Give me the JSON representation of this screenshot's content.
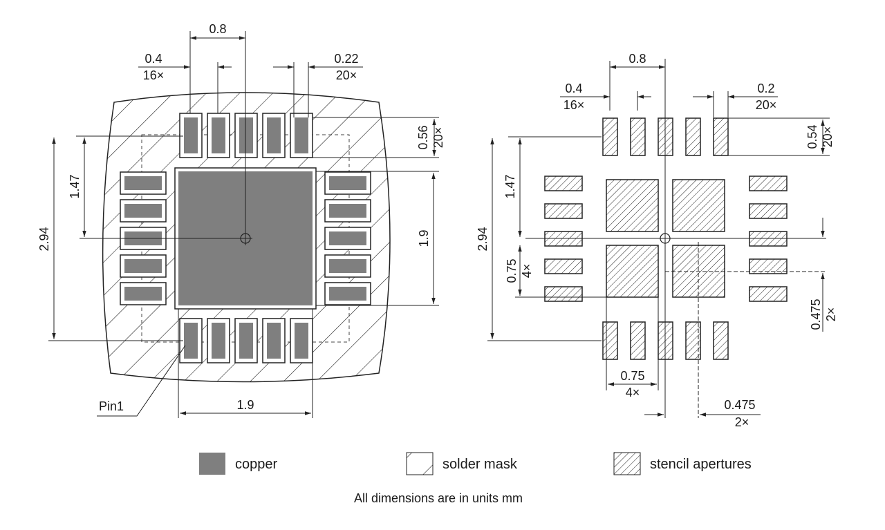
{
  "colors": {
    "copper": "#7f7f7f",
    "line": "#222222",
    "background": "#ffffff"
  },
  "left_view": {
    "pad_pitch": "0.8",
    "pad_width": "0.4",
    "pad_width_count": "16×",
    "pad_width_alt": "0.22",
    "pad_width_alt_count": "20×",
    "pad_length": "0.56",
    "pad_length_count": "20×",
    "half_span": "1.47",
    "full_span": "2.94",
    "exposed_pad_height": "1.9",
    "exposed_pad_width": "1.9",
    "pin1_label": "Pin1"
  },
  "right_view": {
    "pad_pitch": "0.8",
    "aperture_width": "0.4",
    "aperture_width_count": "16×",
    "aperture_width_alt": "0.2",
    "aperture_width_alt_count": "20×",
    "aperture_length": "0.54",
    "aperture_length_count": "20×",
    "half_span": "1.47",
    "full_span": "2.94",
    "split_pad_size": "0.75",
    "split_pad_size_count": "4×",
    "split_pad_offset": "0.475",
    "split_pad_offset_count": "2×",
    "bottom_split_pad_size": "0.75",
    "bottom_split_pad_count": "4×",
    "bottom_split_pad_offset": "0.475",
    "bottom_split_pad_offset_count": "2×"
  },
  "legend": {
    "copper": "copper",
    "solder_mask": "solder mask",
    "stencil": "stencil apertures"
  },
  "footnote": "All dimensions are in units mm"
}
